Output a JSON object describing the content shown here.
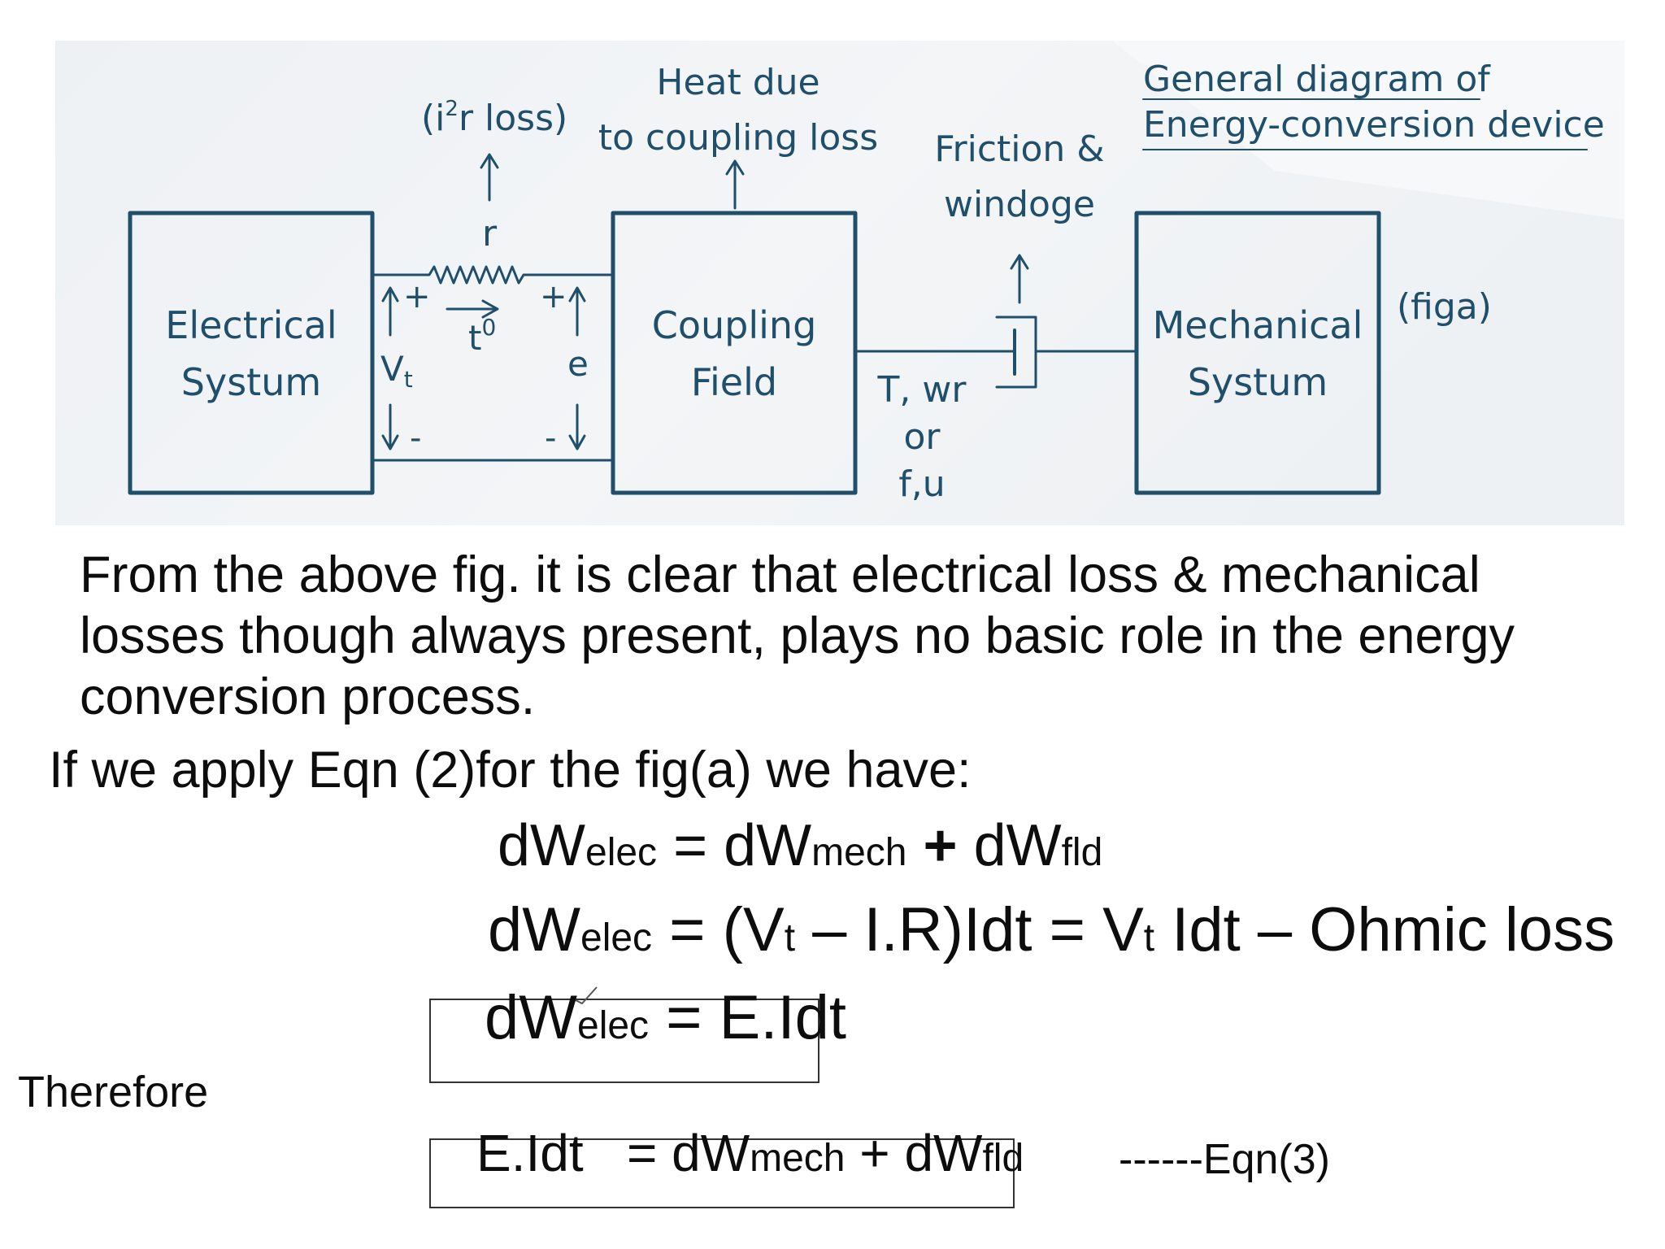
{
  "diagram": {
    "title_line1": "General diagram of",
    "title_line2": "Energy-conversion device",
    "electrical_box": [
      "Electrical",
      "Systum"
    ],
    "coupling_box": [
      "Coupling",
      "Field"
    ],
    "mechanical_box": [
      "Mechanical",
      "Systum"
    ],
    "i2r_loss": [
      "(i",
      "2",
      "r loss)"
    ],
    "heat_label": [
      "Heat due",
      "to coupling loss"
    ],
    "friction_label": [
      "Friction &",
      "windoge"
    ],
    "resistor_label": "r",
    "current_label": [
      "t",
      "0"
    ],
    "vt_label": [
      "V",
      "t"
    ],
    "e_label": "e",
    "plus_sign": "+",
    "minus_sign": "-",
    "torque_label": [
      "T, wr",
      "or",
      "f,u"
    ],
    "figa_label": "(figa)",
    "colors": {
      "ink": "#1f4f6b",
      "panel": "#eef1f4"
    }
  },
  "text": {
    "paragraph": [
      "From the above fig. it is clear that electrical loss & mechanical",
      "losses though always present, plays no basic role in the energy",
      "conversion process."
    ],
    "apply_line": "If we apply Eqn (2)for the fig(a) we have:",
    "therefore": "Therefore"
  },
  "equations": {
    "eq1": {
      "a": "dW",
      "a_sub": "elec",
      "b": " = dW",
      "b_sub": "mech",
      "plus": " + ",
      "c": "dW",
      "c_sub": "fld"
    },
    "eq2": {
      "a": "dW",
      "a_sub": "elec",
      "b": " = (V",
      "b_sub": "t",
      "c": " – I.R)Idt = V",
      "c_sub": "t",
      "d": " Idt – Ohmic loss"
    },
    "eq3": {
      "a": "dW",
      "a_sub": "elec",
      "b": " = E.Idt"
    },
    "eq4": {
      "a": "E.Idt",
      "b": "   = dW",
      "b_sub": "mech",
      "c": " + dW",
      "c_sub": "fld",
      "tag": "------Eqn(3)"
    }
  }
}
